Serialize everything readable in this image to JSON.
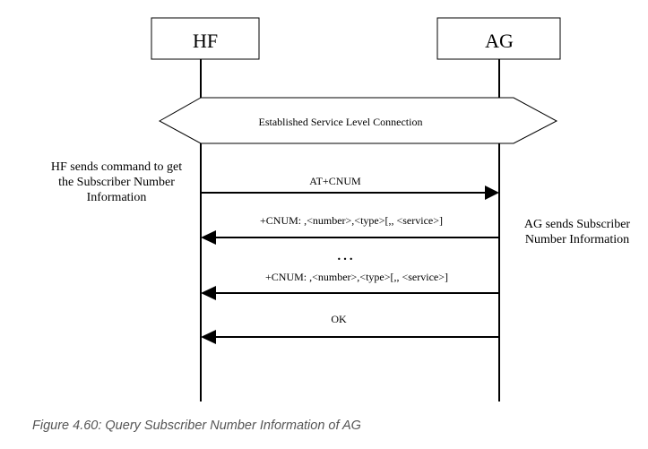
{
  "participants": {
    "left": "HF",
    "right": "AG"
  },
  "connection_label": "Established Service Level Connection",
  "messages": [
    {
      "label": "AT+CNUM",
      "direction": "HF to AG"
    },
    {
      "label": "+CNUM: ,<number>,<type>[,, <service>]",
      "direction": "AG to HF"
    },
    {
      "label": "+CNUM: ,<number>,<type>[,, <service>]",
      "direction": "AG to HF"
    },
    {
      "label": "OK",
      "direction": "AG to HF"
    }
  ],
  "ellipsis": "…",
  "notes": {
    "left_line1": "HF sends command to get",
    "left_line2": "the Subscriber Number",
    "left_line3": "Information",
    "right_line1": "AG sends Subscriber",
    "right_line2": "Number Information"
  },
  "caption": "Figure 4.60: Query Subscriber Number Information of AG"
}
